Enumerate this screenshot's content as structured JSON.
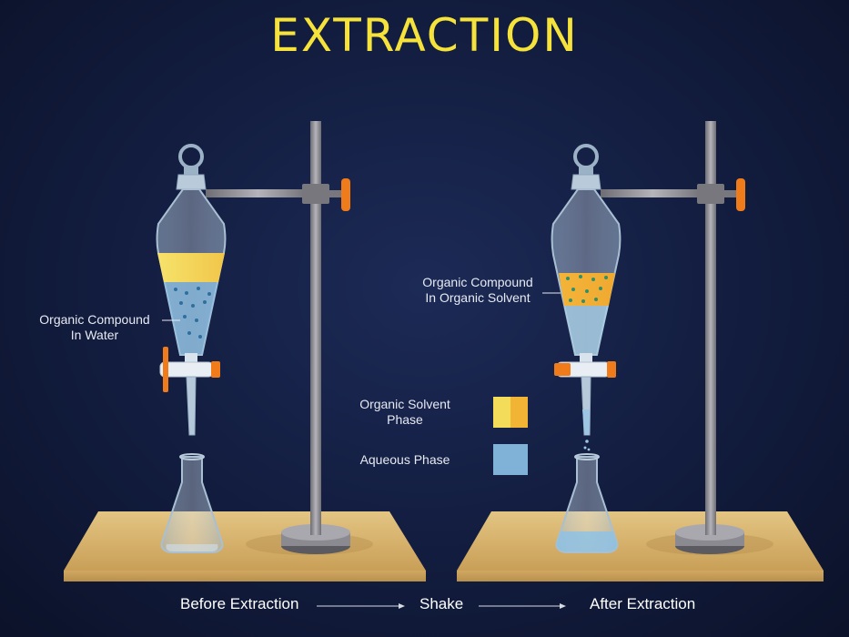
{
  "title": "EXTRACTION",
  "labels": {
    "left_compound": "Organic Compound\nIn Water",
    "right_compound": "Organic Compound\nIn Organic Solvent"
  },
  "legend": {
    "organic_phase": "Organic Solvent\nPhase",
    "aqueous_phase": "Aqueous Phase"
  },
  "flow": {
    "before": "Before Extraction",
    "shake": "Shake",
    "after": "After Extraction"
  },
  "colors": {
    "title": "#f5e23a",
    "organic_light": "#f2dc5a",
    "organic_dark": "#f1b434",
    "aqueous": "#7fb2d6",
    "table": "#d9b66f",
    "stand": "#8e8e94",
    "stopcock": "#f07b1b"
  }
}
